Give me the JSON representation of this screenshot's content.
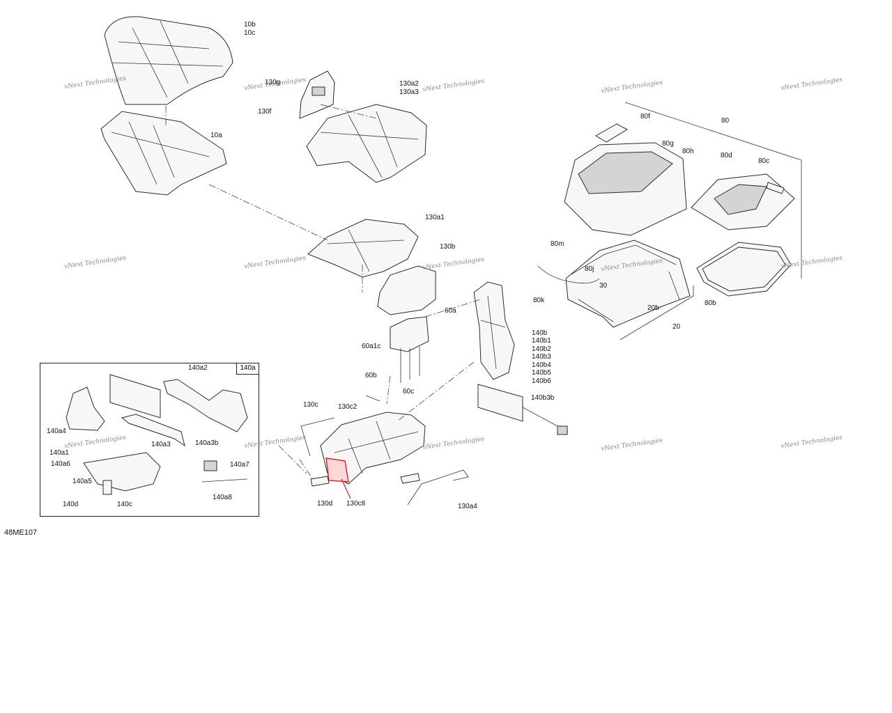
{
  "diagram_code": "48ME107",
  "inset": {
    "tag": "140a"
  },
  "watermark": "vNext Technologies",
  "labels": {
    "p10b": "10b",
    "p10c": "10c",
    "p10a": "10a",
    "p130g": "130g",
    "p130f": "130f",
    "p130a2": "130a2",
    "p130a3": "130a3",
    "p130a1": "130a1",
    "p130b": "130b",
    "p60a": "60a",
    "p60a1c": "60a1c",
    "p60b": "60b",
    "p60c": "60c",
    "p130c": "130c",
    "p130c2": "130c2",
    "p130d": "130d",
    "p130c8": "130c8",
    "p130a4": "130a4",
    "p140b": "140b",
    "p140b1": "140b1",
    "p140b2": "140b2",
    "p140b3": "140b3",
    "p140b4": "140b4",
    "p140b5": "140b5",
    "p140b6": "140b6",
    "p140b3b": "140b3b",
    "p80": "80",
    "p80f": "80f",
    "p80g": "80g",
    "p80h": "80h",
    "p80d": "80d",
    "p80c": "80c",
    "p80m": "80m",
    "p80j": "80j",
    "p80k": "80k",
    "p80b": "80b",
    "p30": "30",
    "p20b": "20b",
    "p20": "20",
    "p140a2": "140a2",
    "p140a4": "140a4",
    "p140a3": "140a3",
    "p140a3b": "140a3b",
    "p140a1": "140a1",
    "p140a6": "140a6",
    "p140a5": "140a5",
    "p140a7": "140a7",
    "p140d": "140d",
    "p140c": "140c",
    "p140a8": "140a8"
  },
  "highlighted_part": "130c8",
  "colors": {
    "highlight": "#e02020",
    "line": "#2a2a2a"
  }
}
